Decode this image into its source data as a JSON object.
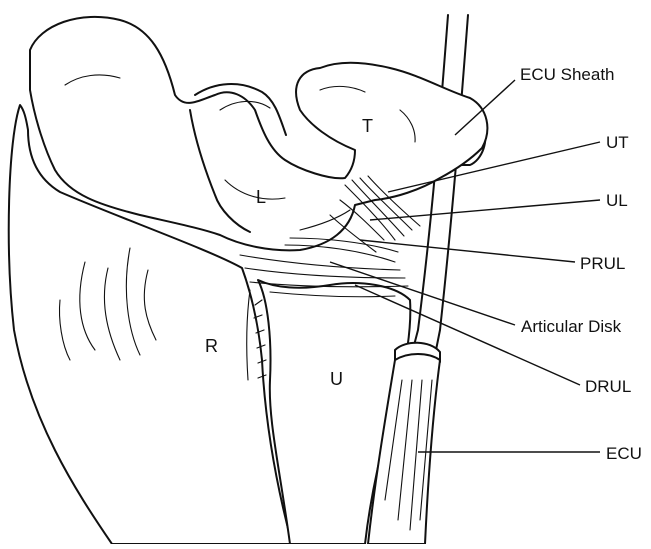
{
  "bones": {
    "lunate": "L",
    "triquetrum": "T",
    "radius": "R",
    "ulna": "U"
  },
  "labels": {
    "ecu_sheath": "ECU Sheath",
    "ut": "UT",
    "ul": "UL",
    "prul": "PRUL",
    "articular_disk": "Articular Disk",
    "drul": "DRUL",
    "ecu": "ECU"
  },
  "colors": {
    "ink": "#111111",
    "background": "#ffffff"
  }
}
